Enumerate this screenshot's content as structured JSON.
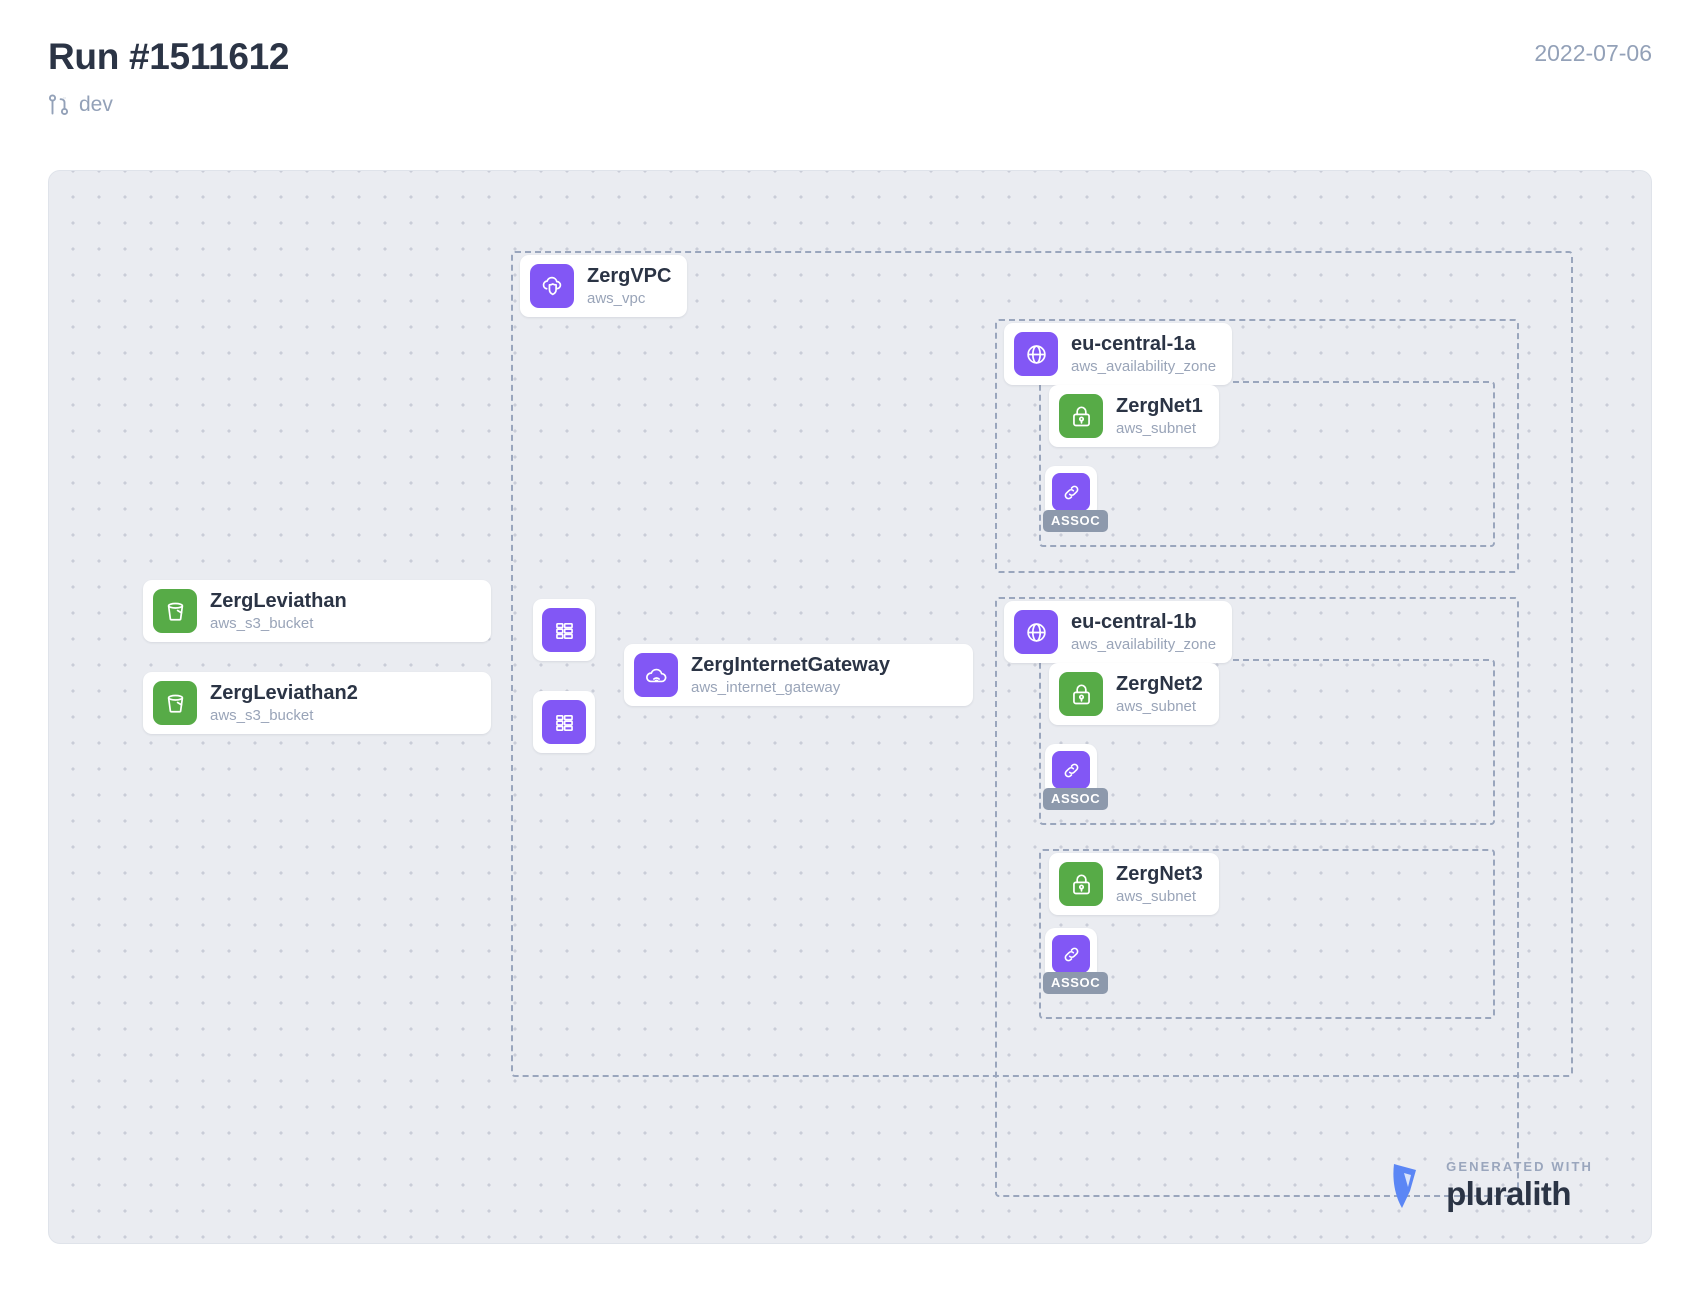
{
  "header": {
    "title": "Run #1511612",
    "branch": "dev",
    "branch_icon": "git-branch-icon",
    "date": "2022-07-06"
  },
  "canvas": {
    "background": "#eaecf1",
    "dot_color": "#c9cdd8",
    "group_border_color": "#9aa6bd"
  },
  "colors": {
    "purple": "#8257f5",
    "green": "#57ab47",
    "badge_gray": "#8d99ac",
    "title_dark": "#2b3445",
    "muted": "#99a4b8"
  },
  "groups": [
    {
      "name": "vpc-group",
      "label_ref": "nodes.0"
    },
    {
      "name": "availability-zone-a-group",
      "label_ref": "nodes.1"
    },
    {
      "name": "subnet-zergnet1-group",
      "label_ref": "nodes.2"
    },
    {
      "name": "availability-zone-b-group",
      "label_ref": "nodes.5"
    },
    {
      "name": "subnet-zergnet2-group",
      "label_ref": "nodes.6"
    },
    {
      "name": "subnet-zergnet3-group",
      "label_ref": "nodes.8"
    }
  ],
  "nodes": [
    {
      "id": "zergvpc",
      "title": "ZergVPC",
      "type": "aws_vpc",
      "icon": "cloud-vpc-icon",
      "icon_color": "purple"
    },
    {
      "id": "eu-central-1a",
      "title": "eu-central-1a",
      "type": "aws_availability_zone",
      "icon": "globe-icon",
      "icon_color": "purple"
    },
    {
      "id": "zergnet1",
      "title": "ZergNet1",
      "type": "aws_subnet",
      "icon": "lock-icon",
      "icon_color": "green"
    },
    {
      "id": "assoc-1",
      "title": "ASSOC",
      "type": "",
      "icon": "link-icon",
      "icon_color": "purple"
    },
    {
      "id": "zergleviathan",
      "title": "ZergLeviathan",
      "type": "aws_s3_bucket",
      "icon": "bucket-icon",
      "icon_color": "green"
    },
    {
      "id": "eu-central-1b",
      "title": "eu-central-1b",
      "type": "aws_availability_zone",
      "icon": "globe-icon",
      "icon_color": "purple"
    },
    {
      "id": "zergnet2",
      "title": "ZergNet2",
      "type": "aws_subnet",
      "icon": "lock-icon",
      "icon_color": "green"
    },
    {
      "id": "assoc-2",
      "title": "ASSOC",
      "type": "",
      "icon": "link-icon",
      "icon_color": "purple"
    },
    {
      "id": "zergnet3",
      "title": "ZergNet3",
      "type": "aws_subnet",
      "icon": "lock-icon",
      "icon_color": "green"
    },
    {
      "id": "assoc-3",
      "title": "ASSOC",
      "type": "",
      "icon": "link-icon",
      "icon_color": "purple"
    },
    {
      "id": "zergleviathan2",
      "title": "ZergLeviathan2",
      "type": "aws_s3_bucket",
      "icon": "bucket-icon",
      "icon_color": "green"
    },
    {
      "id": "zerginternetgateway",
      "title": "ZergInternetGateway",
      "type": "aws_internet_gateway",
      "icon": "internet-gateway-icon",
      "icon_color": "purple"
    },
    {
      "id": "route-table-1",
      "title": "",
      "type": "",
      "icon": "route-table-icon",
      "icon_color": "purple"
    },
    {
      "id": "route-table-2",
      "title": "",
      "type": "",
      "icon": "route-table-icon",
      "icon_color": "purple"
    }
  ],
  "branding": {
    "kicker": "GENERATED WITH",
    "name": "pluralith",
    "logo": "pluralith-logo-icon"
  }
}
